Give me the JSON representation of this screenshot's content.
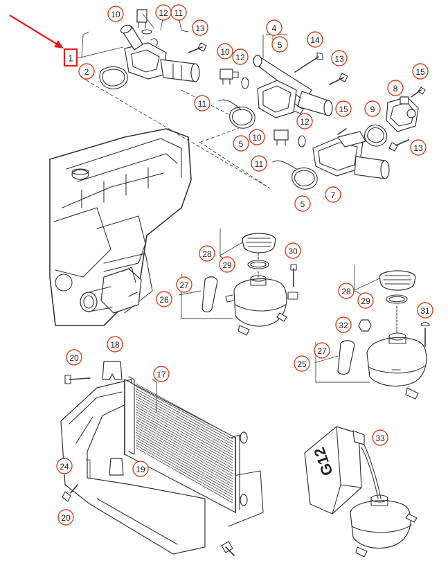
{
  "highlight": {
    "label": "1",
    "color": "#e02020"
  },
  "colors": {
    "callout": "#d9431e",
    "line": "#333333"
  },
  "callouts": [
    {
      "id": "c10a",
      "n": "10"
    },
    {
      "id": "c12a",
      "n": "12"
    },
    {
      "id": "c11a",
      "n": "11"
    },
    {
      "id": "c13a",
      "n": "13"
    },
    {
      "id": "c2",
      "n": "2"
    },
    {
      "id": "c4",
      "n": "4"
    },
    {
      "id": "c5a",
      "n": "5"
    },
    {
      "id": "c14",
      "n": "14"
    },
    {
      "id": "c10b",
      "n": "10"
    },
    {
      "id": "c12b",
      "n": "12"
    },
    {
      "id": "c13b",
      "n": "13"
    },
    {
      "id": "c15a",
      "n": "15"
    },
    {
      "id": "c8",
      "n": "8"
    },
    {
      "id": "c11b",
      "n": "11"
    },
    {
      "id": "c15b",
      "n": "15"
    },
    {
      "id": "c9",
      "n": "9"
    },
    {
      "id": "c5b",
      "n": "5"
    },
    {
      "id": "c10c",
      "n": "10"
    },
    {
      "id": "c12c",
      "n": "12"
    },
    {
      "id": "c13c",
      "n": "13"
    },
    {
      "id": "c11c",
      "n": "11"
    },
    {
      "id": "c7",
      "n": "7"
    },
    {
      "id": "c5c",
      "n": "5"
    },
    {
      "id": "c28a",
      "n": "28"
    },
    {
      "id": "c30",
      "n": "30"
    },
    {
      "id": "c29a",
      "n": "29"
    },
    {
      "id": "c27a",
      "n": "27"
    },
    {
      "id": "c26",
      "n": "26"
    },
    {
      "id": "c28b",
      "n": "28"
    },
    {
      "id": "c29b",
      "n": "29"
    },
    {
      "id": "c31",
      "n": "31"
    },
    {
      "id": "c32",
      "n": "32"
    },
    {
      "id": "c27b",
      "n": "27"
    },
    {
      "id": "c25",
      "n": "25"
    },
    {
      "id": "c18",
      "n": "18"
    },
    {
      "id": "c20a",
      "n": "20"
    },
    {
      "id": "c17",
      "n": "17"
    },
    {
      "id": "c24",
      "n": "24"
    },
    {
      "id": "c19",
      "n": "19"
    },
    {
      "id": "c20b",
      "n": "20"
    },
    {
      "id": "c33",
      "n": "33"
    }
  ],
  "can_label": "G12"
}
